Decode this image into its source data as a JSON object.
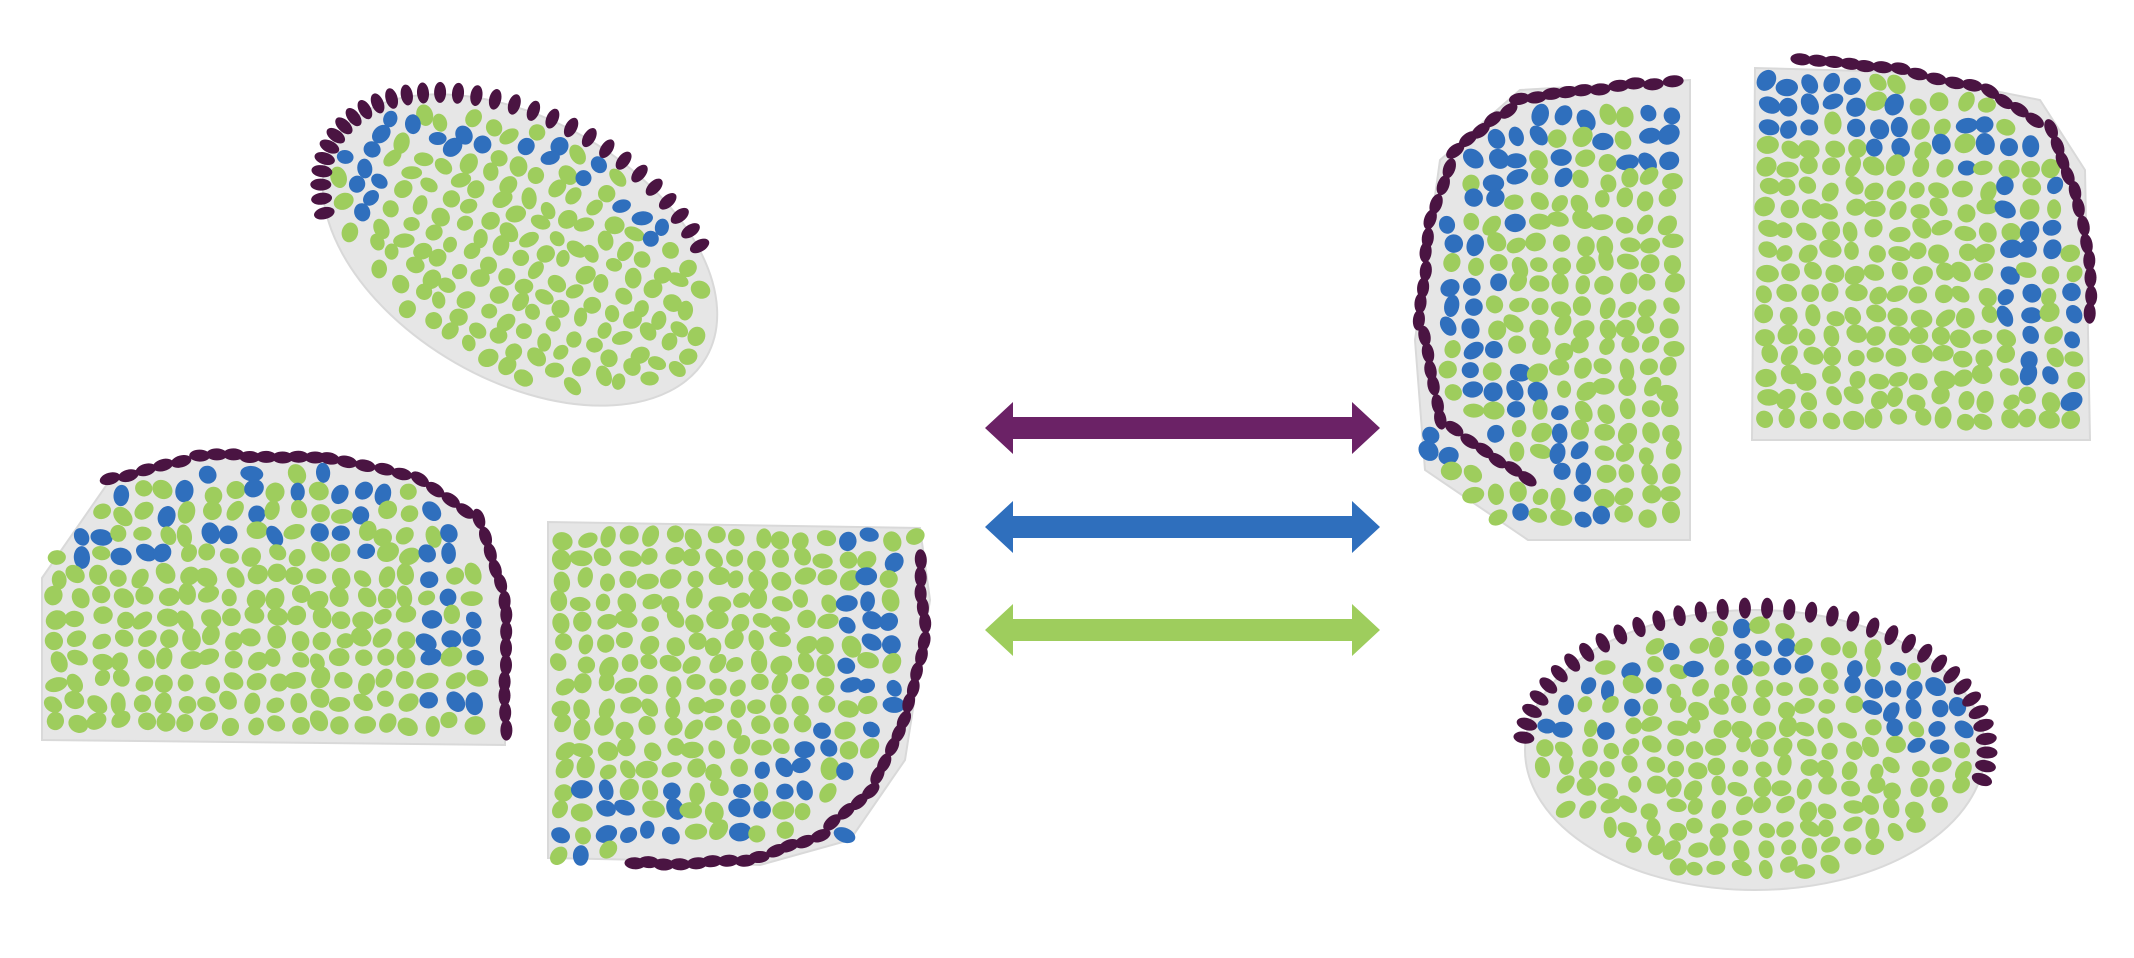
{
  "colors": {
    "background": "#ffffff",
    "tissue": "#e6e6e6",
    "tissue_edge": "#d9d9d9",
    "outer_cell": "#4a1442",
    "middle_cell": "#2f6fbd",
    "inner_cell": "#9ecd5d",
    "arrow_top": "#6b2266",
    "arrow_middle": "#2f6fbd",
    "arrow_bottom": "#9ecd5d"
  },
  "legend": {
    "arrows": [
      {
        "color_key": "arrow_top"
      },
      {
        "color_key": "arrow_middle"
      },
      {
        "color_key": "arrow_bottom"
      }
    ]
  },
  "sections": [
    {
      "id": "left-top-oval",
      "group": "left",
      "shape": "tilted-oval",
      "outer_band_side": "upper-left"
    },
    {
      "id": "left-bottom-dome",
      "group": "left",
      "shape": "dome",
      "outer_band_side": "top-and-right"
    },
    {
      "id": "left-bottom-square",
      "group": "left",
      "shape": "square",
      "outer_band_side": "right-and-bottom"
    },
    {
      "id": "right-top-half",
      "group": "right",
      "shape": "half-section",
      "outer_band_side": "left"
    },
    {
      "id": "right-top-square",
      "group": "right",
      "shape": "square",
      "outer_band_side": "top-and-right"
    },
    {
      "id": "right-bottom-oval",
      "group": "right",
      "shape": "oval",
      "outer_band_side": "top-and-right"
    }
  ]
}
